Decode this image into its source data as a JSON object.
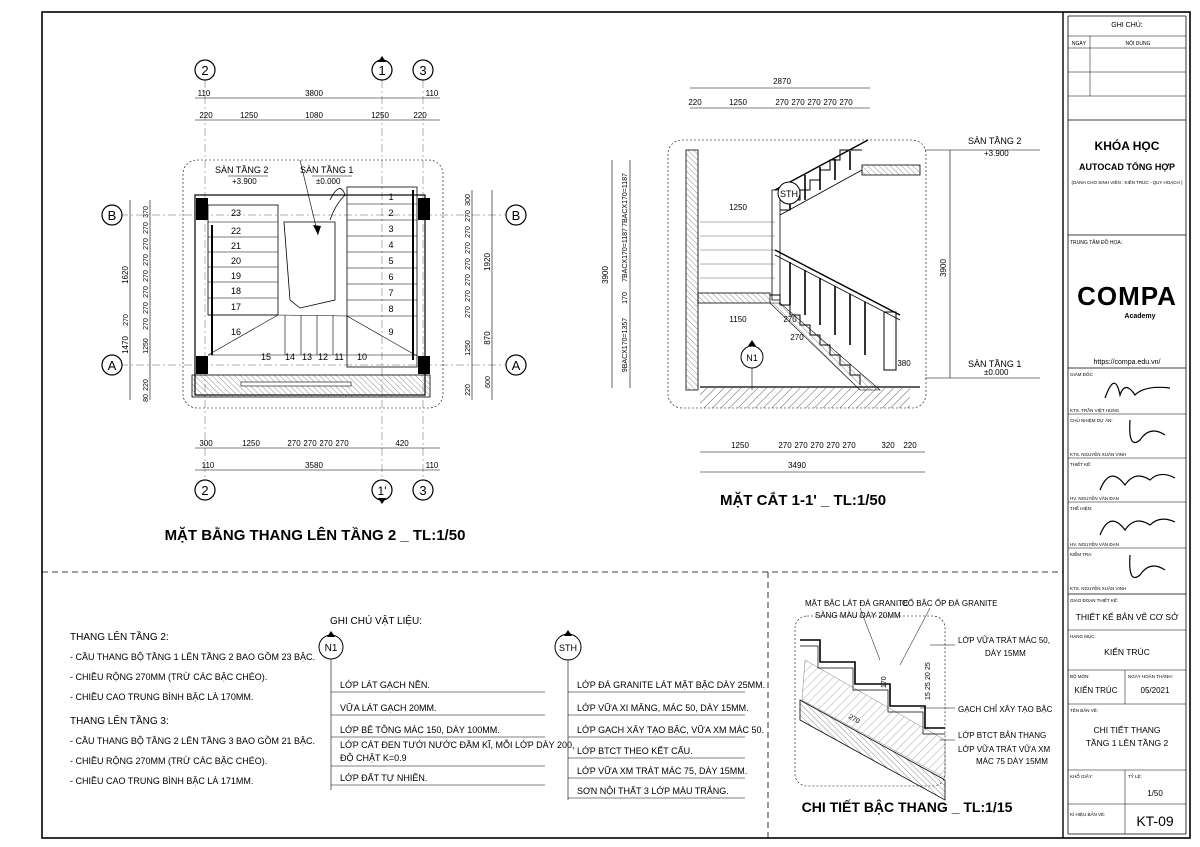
{
  "plan": {
    "title": "MẶT BẰNG THANG LÊN TẦNG 2 _ TL:1/50",
    "grid_top": [
      "2",
      "1",
      "3"
    ],
    "grid_bottom": [
      "2",
      "1'",
      "3"
    ],
    "grid_side": [
      "B",
      "A"
    ],
    "dims_top_total": "3800",
    "dims_top_outer": [
      "110",
      "110"
    ],
    "dims_top": [
      "220",
      "1250",
      "1080",
      "1250",
      "220"
    ],
    "dims_bottom": [
      "300",
      "1250",
      "270",
      "270",
      "270",
      "270",
      "420"
    ],
    "dims_bottom_outer": [
      "110",
      "110"
    ],
    "dims_bottom_total": "3580",
    "dims_left": [
      "370",
      "270",
      "270",
      "270",
      "270",
      "270",
      "270",
      "1620",
      "270",
      "270",
      "1470",
      "1250",
      "220",
      "80"
    ],
    "dims_right": [
      "300",
      "270",
      "270",
      "270",
      "270",
      "270",
      "270",
      "1920",
      "270",
      "870",
      "1250",
      "600",
      "220"
    ],
    "level_2": "SÀN TẦNG 2",
    "level_2_val": "+3.900",
    "level_1": "SÀN TẦNG 1",
    "level_1_val": "±0.000",
    "steps_right": [
      "1",
      "2",
      "3",
      "4",
      "5",
      "6",
      "7",
      "8",
      "9"
    ],
    "steps_left": [
      "23",
      "22",
      "21",
      "20",
      "19",
      "18",
      "17",
      "16"
    ],
    "steps_bottom": [
      "15",
      "14",
      "13",
      "12",
      "11",
      "10"
    ]
  },
  "section": {
    "title": "MẶT CẮT 1-1' _ TL:1/50",
    "dim_top_total": "2870",
    "dims_top": [
      "220",
      "1250",
      "270",
      "270",
      "270",
      "270",
      "270"
    ],
    "dims_bottom": [
      "1250",
      "270",
      "270",
      "270",
      "270",
      "270",
      "320",
      "220"
    ],
    "dim_bottom_total": "3490",
    "left_dims": [
      "7BACX170=1187",
      "7BACX170=1187",
      "170",
      "9BACX170=1357"
    ],
    "left_total": "3900",
    "right_total": "3900",
    "inner_1250": "1250",
    "inner_1150": "1150",
    "inner_270": "270",
    "inner_270b": "270",
    "inner_380": "380",
    "level_2": "SÀN TẦNG 2",
    "level_2_val": "+3.900",
    "level_1": "SÀN TẦNG 1",
    "level_1_val": "±0.000",
    "tag_sth": "STH",
    "tag_n1": "N1"
  },
  "notes": {
    "t2_title": "THANG LÊN TẦNG 2:",
    "t2_items": [
      "- CẦU THANG BỘ TẦNG 1 LÊN TẦNG 2 BAO GỒM 23 BẬC.",
      "- CHIỀU RỘNG 270MM (TRỪ CÁC BẬC CHÉO).",
      "- CHIỀU CAO TRUNG BÌNH BẬC LÀ 170MM."
    ],
    "t3_title": "THANG LÊN TẦNG 3:",
    "t3_items": [
      "- CẦU THANG BỘ TẦNG 2 LÊN TẦNG 3 BAO GỒM 21 BẬC.",
      "- CHIỀU RỘNG 270MM (TRỪ CÁC BẬC CHÉO).",
      "- CHIỀU CAO TRUNG BÌNH BẬC LÀ 171MM."
    ]
  },
  "materials": {
    "title": "GHI CHÚ VẬT LIỆU:",
    "n1_tag": "N1",
    "n1_items": [
      "LỚP LÁT GẠCH NỀN.",
      "VỮA LÁT GẠCH 20MM.",
      "LỚP BÊ TÔNG MÁC 150, DÀY 100MM.",
      "LỚP CÁT ĐEN TƯỚI NƯỚC ĐẦM KĨ, MỖI LỚP DÀY 200,",
      "ĐỘ CHẶT K=0.9",
      "LỚP ĐẤT TỰ NHIÊN."
    ],
    "sth_tag": "STH",
    "sth_items": [
      "LỚP ĐÁ GRANITE LÁT MẶT BẬC DÀY 25MM.",
      "LỚP VỮA XI MĂNG, MÁC 50, DÀY 15MM.",
      "LỚP GẠCH XÂY TẠO BẬC, VỮA XM MÁC 50.",
      "LỚP BTCT THEO KẾT CẤU.",
      "LỚP VỮA XM TRÁT MÁC 75, DÀY 15MM.",
      "SƠN NỘI THẤT 3 LỚP MÀU TRẮNG."
    ]
  },
  "detail": {
    "title": "CHI TIẾT BẬC THANG _ TL:1/15",
    "labels": [
      "MẶT BẬC LÁT ĐÁ GRANITE",
      "CỔ BẬC ỐP ĐÁ GRANITE",
      "SÀNG MÀU DÀY 20MM",
      "LỚP VỮA TRÁT MÁC 50,",
      "DÀY 15MM",
      "GẠCH CHỈ XÂY TẠO BẬC",
      "LỚP BTCT BẢN THANG",
      "LỚP VỮA TRÁT VỮA XM",
      "MÁC 75 DÀY 15MM"
    ],
    "dims": [
      "170",
      "25",
      "20",
      "25",
      "15",
      "270"
    ]
  },
  "title_block": {
    "notes_title": "GHI CHÚ:",
    "notes_col1": "NGÀY",
    "notes_col2": "NỘI DUNG",
    "course_1": "KHÓA HỌC",
    "course_2": "AUTOCAD TỔNG HỢP",
    "course_3": "(DÀNH CHO SINH VIÊN : KIẾN TRÚC - QUY HOẠCH )",
    "center_label": "TRUNG TÂM ĐỒ HỌA:",
    "logo_main": "COMPA",
    "logo_sub": "Academy",
    "url": "https://compa.edu.vn/",
    "director_label": "GIÁM ĐỐC",
    "director_name": "KTS. TRẦN VIỆT HÙNG",
    "pm_label": "CHỦ NHIỆM DỰ ÁN:",
    "pm_name": "KTS. NGUYỄN XUÂN VINH",
    "design_label": "THIẾT KẾ:",
    "design_name": "HV. NGUYỄN VĂN ĐAN",
    "draft_label": "THỂ HIỆN:",
    "draft_name": "HV. NGUYỄN VĂN ĐAN",
    "check_label": "KIỂM TRA:",
    "check_name": "KTS. NGUYỄN XUÂN VINH",
    "phase_label": "GIAO ĐOẠN THIẾT KẾ:",
    "phase_value": "THIẾT KẾ BẢN VẼ CƠ SỞ",
    "item_label": "HẠNG MỤC:",
    "item_value": "KIẾN TRÚC",
    "dept_label": "BỘ MÔN:",
    "dept_value": "KIẾN TRÚC",
    "date_label": "NGÀY HOÀN THÀNH:",
    "date_value": "05/2021",
    "drawing_label": "TÊN BẢN VẼ:",
    "drawing_value_1": "CHI TIẾT THANG",
    "drawing_value_2": "TẦNG 1 LÊN TẦNG 2",
    "paper_label": "KHỔ GIẤY:",
    "scale_label": "TỶ LỆ:",
    "scale_value": "1/50",
    "code_label": "KÍ HIỆU BẢN VẼ:",
    "code_value": "KT-09"
  }
}
